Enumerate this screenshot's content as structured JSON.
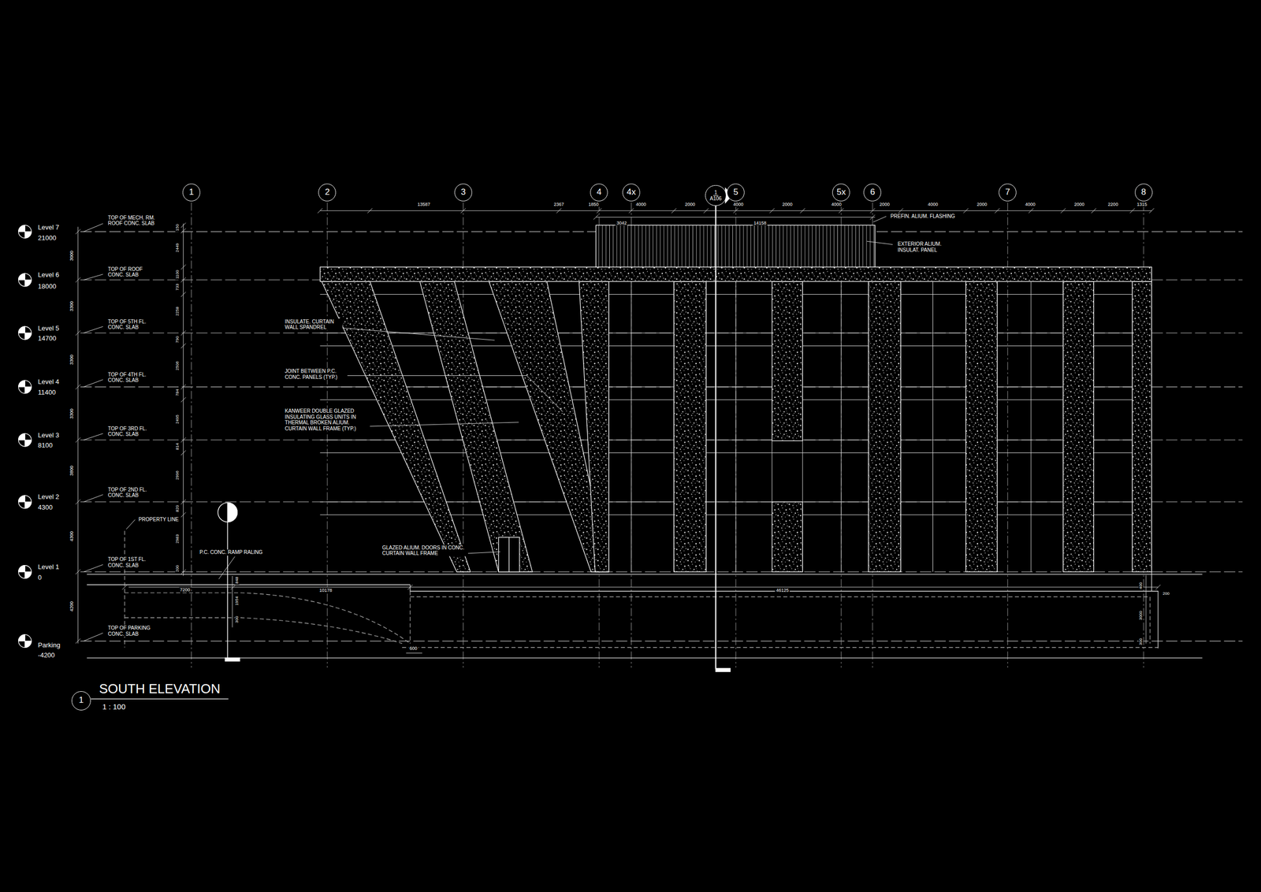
{
  "diagram": {
    "title": "SOUTH ELEVATION",
    "nodes": [
      {
        "text": [
          "1"
        ]
      },
      {
        "text": [
          "2"
        ]
      },
      {
        "text": [
          "3"
        ]
      },
      {
        "text": [
          "4"
        ]
      },
      {
        "text": [
          "4x"
        ]
      },
      {
        "text": [
          "1",
          "A106"
        ]
      },
      {
        "text": [
          "5"
        ]
      },
      {
        "text": [
          "5x"
        ]
      },
      {
        "text": [
          "6"
        ]
      },
      {
        "text": [
          "7"
        ]
      },
      {
        "text": [
          "8"
        ]
      },
      {
        "text": [
          "1"
        ]
      }
    ],
    "labels": [
      "Level 7",
      "21000",
      "Level 6",
      "18000",
      "Level 5",
      "14700",
      "Level 4",
      "11400",
      "Level 3",
      "8100",
      "Level 2",
      "4300",
      "Level 1",
      "0",
      "Parking",
      "-4200",
      "TOP OF MECH. RM. ROOF CONC. SLAB",
      "TOP OF ROOF CONC. SLAB",
      "TOP OF 5TH FL. CONC. SLAB",
      "TOP OF 4TH FL. CONC. SLAB",
      "TOP OF 3RD FL. CONC. SLAB",
      "TOP OF 2ND FL. CONC. SLAB",
      "TOP OF 1ST FL. CONC. SLAB",
      "TOP OF PARKING CONC. SLAB",
      "3000",
      "3300",
      "3300",
      "3300",
      "3800",
      "4300",
      "4200",
      "150",
      "2449",
      "1100",
      "733",
      "2258",
      "790",
      "2506",
      "784",
      "2495",
      "814",
      "2996",
      "820",
      "2983",
      "200",
      "13587",
      "2367",
      "1850",
      "4000",
      "2000",
      "4000",
      "2000",
      "4000",
      "2000",
      "4000",
      "2000",
      "4000",
      "2000",
      "2200",
      "1315",
      "3042",
      "14158",
      "7200",
      "10178",
      "46125",
      "848",
      "1954",
      "300",
      "600",
      "3000",
      "300",
      "400",
      "200",
      "PREFIN. ALIUM. FLASHING",
      "EXTERIOR ALIUM. INSULAT. PANEL",
      "INSULATE. CURTAIN WALL SPANDREL",
      "JOINT BETWEEN P.C. CONC. PANELS (TYP.)",
      "KANWEER DOUBLE GLAZED INSULATING GLASS UNITS IN THERMAL BROKEN ALIUM. CURTAIN WALL FRAME (TYP.)",
      "GLAZED ALIUM. DOORS IN CONC. CURTAIN WALL FRAME",
      "PROPERTY LINE",
      "P.C. CONC. RAMP RALING",
      "1 : 100"
    ]
  }
}
